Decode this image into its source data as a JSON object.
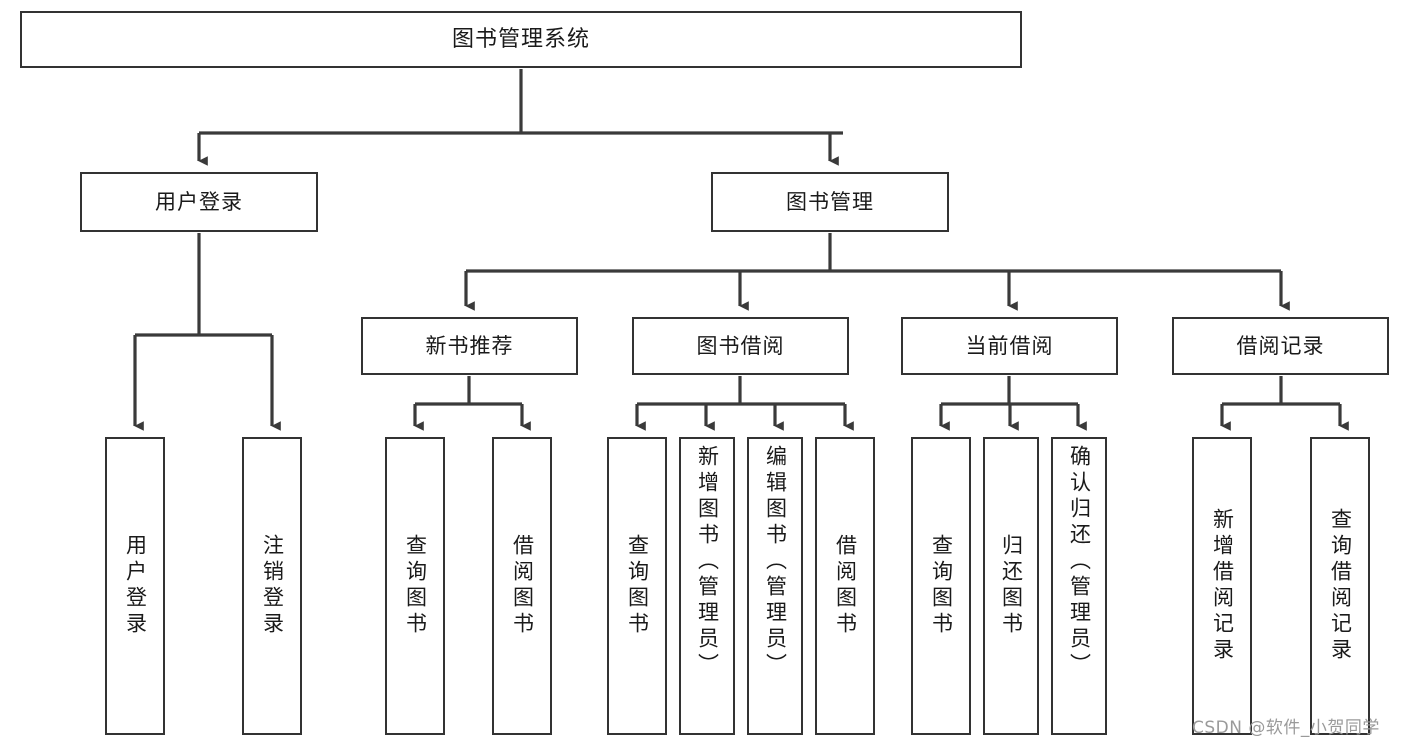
{
  "diagram": {
    "title": "图书管理系统",
    "type": "tree-hierarchy-chart",
    "watermark": "CSDN @软件_小贺同学",
    "colors": {
      "node_border": "#333333",
      "node_fill": "#ffffff",
      "connector": "#3a3a3a",
      "text": "#1a1a1a",
      "watermark": "#9a9a9a",
      "background": "#ffffff"
    },
    "levels": {
      "root": "图书管理系统",
      "level2": [
        "用户登录",
        "图书管理"
      ],
      "level3": [
        "新书推荐",
        "图书借阅",
        "当前借阅",
        "借阅记录"
      ]
    },
    "nodes": {
      "root": {
        "label": "图书管理系统"
      },
      "user_login": {
        "label": "用户登录"
      },
      "book_manage": {
        "label": "图书管理"
      },
      "new_book_rec": {
        "label": "新书推荐"
      },
      "book_borrow": {
        "label": "图书借阅"
      },
      "current_borrow": {
        "label": "当前借阅"
      },
      "borrow_record": {
        "label": "借阅记录"
      },
      "leaf_user_login": {
        "label": "用户登录"
      },
      "leaf_logout": {
        "label": "注销登录"
      },
      "leaf_query_book_1": {
        "label": "查询图书"
      },
      "leaf_borrow_book_1": {
        "label": "借阅图书"
      },
      "leaf_query_book_2": {
        "label": "查询图书"
      },
      "leaf_add_book_admin": {
        "label": "新增图书（管理员）"
      },
      "leaf_edit_book_admin": {
        "label": "编辑图书（管理员）"
      },
      "leaf_borrow_book_2": {
        "label": "借阅图书"
      },
      "leaf_query_book_3": {
        "label": "查询图书"
      },
      "leaf_return_book": {
        "label": "归还图书"
      },
      "leaf_confirm_return_admin": {
        "label": "确认归还（管理员）"
      },
      "leaf_add_record": {
        "label": "新增借阅记录"
      },
      "leaf_query_record": {
        "label": "查询借阅记录"
      }
    }
  }
}
